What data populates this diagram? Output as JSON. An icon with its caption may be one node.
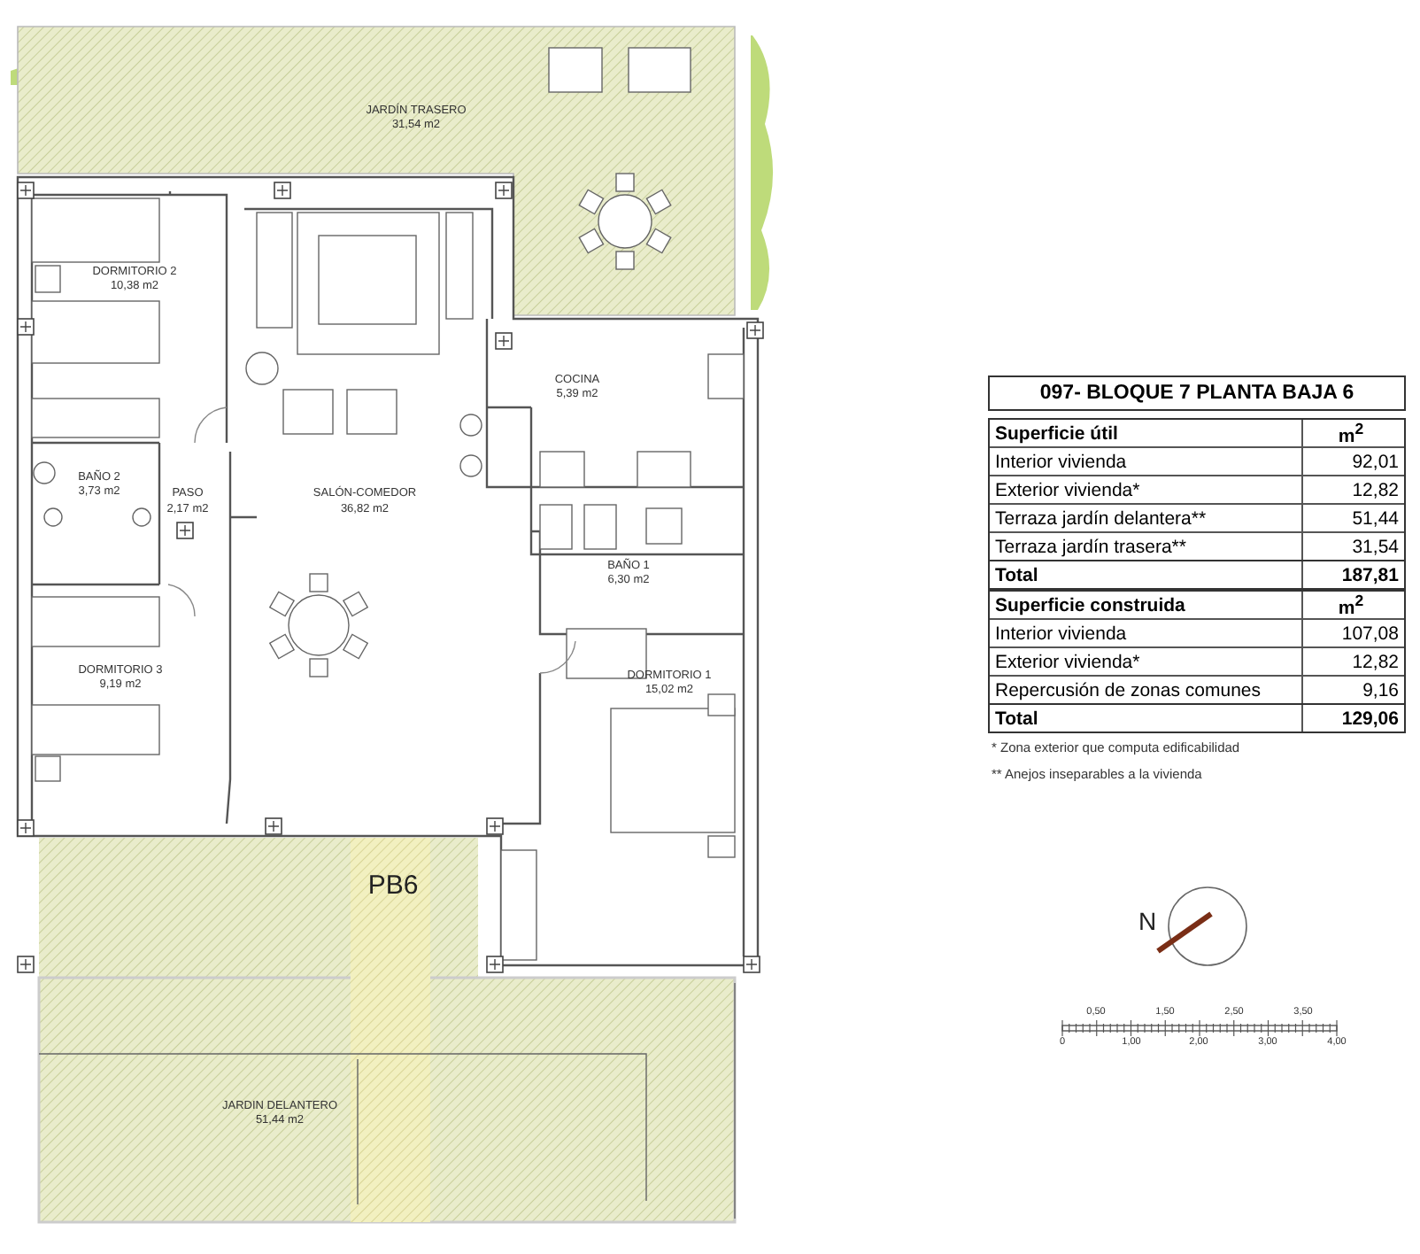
{
  "diagram": {
    "title": "097- BLOQUE 7 PLANTA BAJA 6",
    "labels": [
      "JARDÍN TRASERO",
      "31,54 m2",
      "DORMITORIO 2",
      "10,38 m2",
      "COCINA",
      "5,39 m2",
      "BAÑO 2",
      "3,73 m2",
      "PASO",
      "2,17 m2",
      "SALÓN-COMEDOR",
      "36,82 m2",
      "BAÑO 1",
      "6,30 m2",
      "DORMITORIO 3",
      "9,19 m2",
      "DORMITORIO 1",
      "15,02 m2",
      "PB6",
      "JARDIN DELANTERO",
      "51,44 m2",
      "Superficie útil",
      "m$^{2}$",
      "Interior vivienda",
      "92,01",
      "Exterior vivienda*",
      "12,82",
      "Terraza jardín delantera**",
      "51,44",
      "Terraza jardín trasera**",
      "31,54",
      "Total",
      "187,81",
      "Superficie construida",
      "m$^{2}$",
      "Interior vivienda",
      "107,08",
      "Exterior vivienda*",
      "12,82",
      "Repercusión de zonas comunes",
      "9,16",
      "Total",
      "129,06",
      "* Zona exterior que computa edificabilidad",
      "** Anejos inseparables a la vivienda",
      "N",
      "0,50",
      "1,50",
      "2,50",
      "3,50",
      "0",
      "1,00",
      "2,00",
      "3,00",
      "4,00"
    ]
  }
}
